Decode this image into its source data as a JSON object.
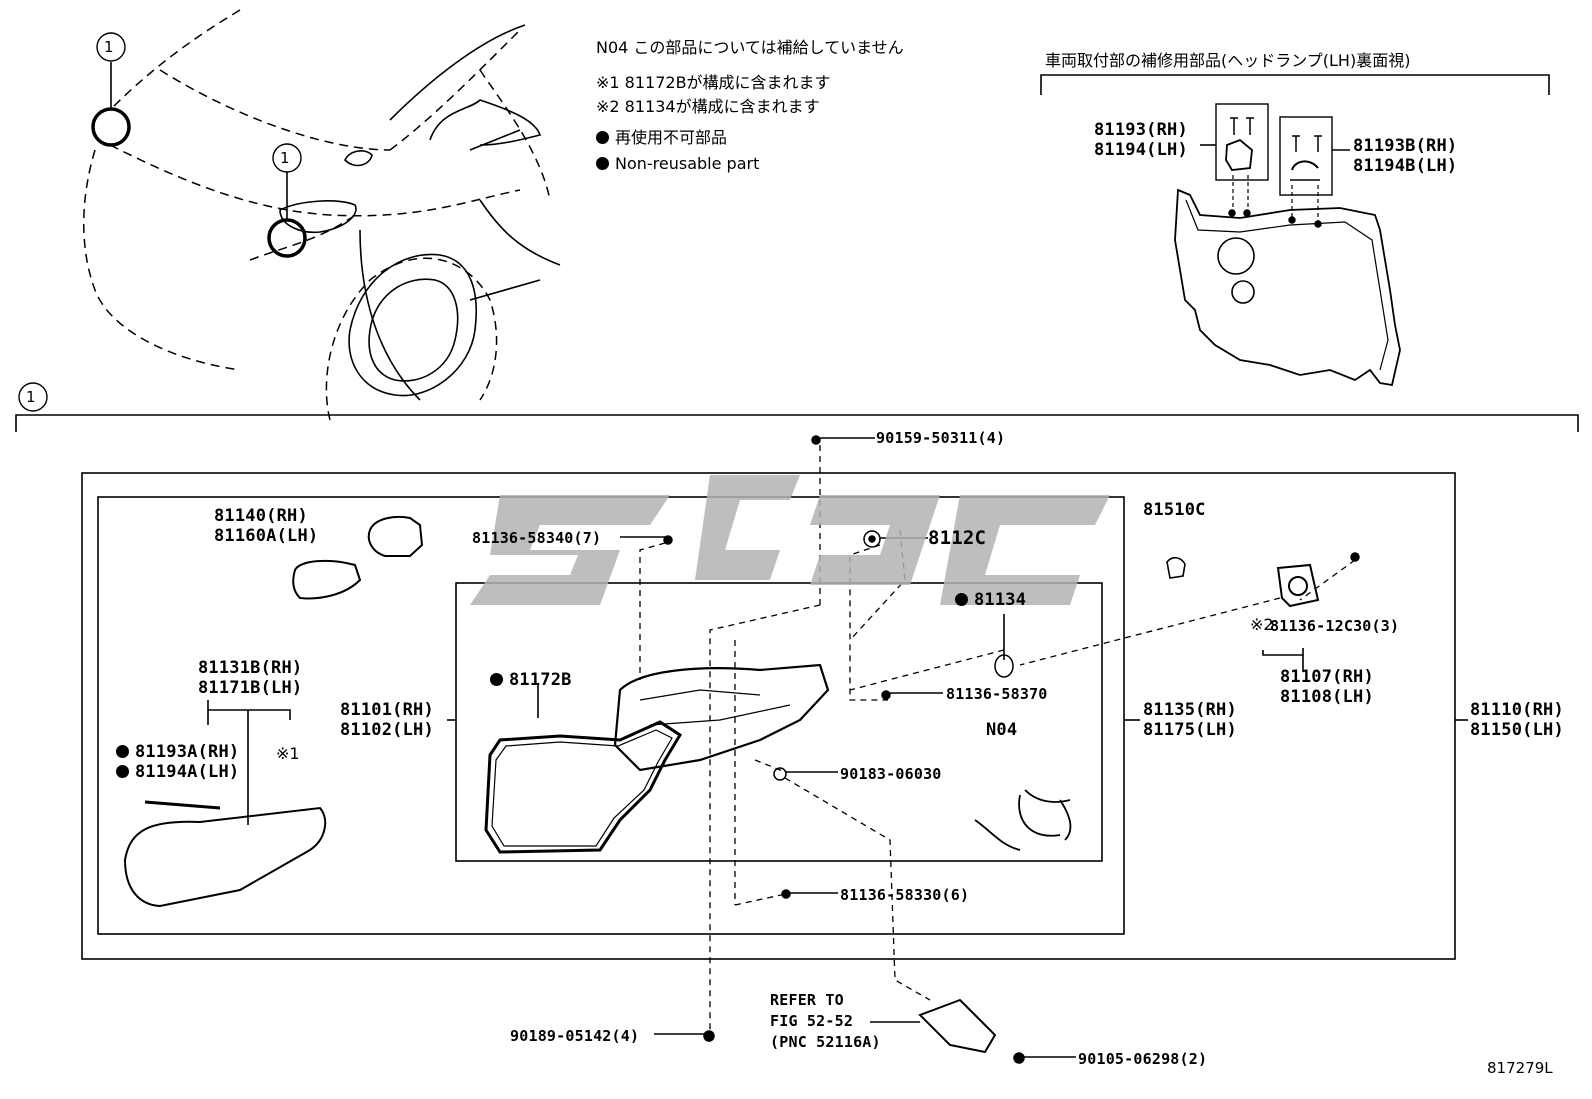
{
  "notes": {
    "n04": "N04 この部品については補給していません",
    "ref1": "※1 81172Bが構成に含まれます",
    "ref2": "※2 81134が構成に含まれます",
    "nonreuse_jp": "再使用不可部品",
    "nonreuse_en": "Non-reusable part"
  },
  "inset_title": "車両取付部の補修用部品(ヘッドランプ(LH)裏面視)",
  "callout": "1",
  "figure_id": "817279L",
  "parts": {
    "p81193": [
      "81193(RH)",
      "81194(LH)"
    ],
    "p81193b": [
      "81193B(RH)",
      "81194B(LH)"
    ],
    "p90159": "90159-50311(4)",
    "p81140": [
      "81140(RH)",
      "81160A(LH)"
    ],
    "p81136_340": "81136-58340(7)",
    "p8112c": "8112C",
    "p81510c": "81510C",
    "p81134": "81134",
    "p81136_12c30": "81136-12C30(3)",
    "ref2_mark": "※2",
    "p81107": [
      "81107(RH)",
      "81108(LH)"
    ],
    "p81131b": [
      "81131B(RH)",
      "81171B(LH)"
    ],
    "p81172b": "81172B",
    "p81101": [
      "81101(RH)",
      "81102(LH)"
    ],
    "p81136_370": "81136-58370",
    "p81135": [
      "81135(RH)",
      "81175(LH)"
    ],
    "p81110": [
      "81110(RH)",
      "81150(LH)"
    ],
    "p81193a": [
      "81193A(RH)",
      "81194A(LH)"
    ],
    "ref1_mark": "※1",
    "n04_mark": "N04",
    "p90183": "90183-06030",
    "p81136_330": "81136-58330(6)",
    "refer": [
      "REFER TO",
      "FIG 52-52",
      "(PNC 52116A)"
    ],
    "p90189": "90189-05142(4)",
    "p90105": "90105-06298(2)"
  }
}
